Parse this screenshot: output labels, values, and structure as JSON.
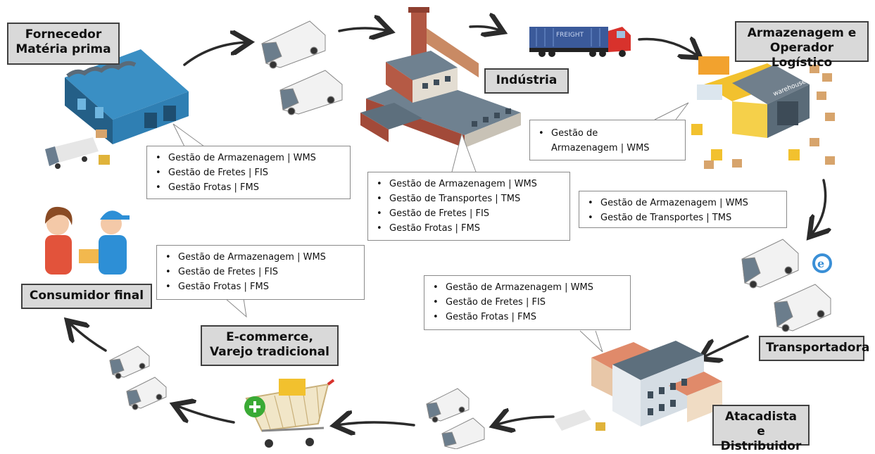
{
  "stages": {
    "supplier": "Fornecedor\nMatéria prima",
    "industry": "Indústria",
    "warehouse": "Armazenagem e\nOperador Logístico",
    "carrier": "Transportadora",
    "wholesaler": "Atacadista e\nDistribuidor",
    "retail": "E-commerce,\nVarejo tradicional",
    "consumer": "Consumidor final"
  },
  "truck_text": "FREIGHT",
  "warehouse_sign": "warehouse",
  "callouts": {
    "supplier": [
      "Gestão de Armazenagem | WMS",
      "Gestão de Fretes | FIS",
      "Gestão Frotas | FMS"
    ],
    "industry": [
      "Gestão de Armazenagem | WMS",
      "Gestão de Transportes | TMS",
      "Gestão de Fretes | FIS",
      "Gestão Frotas | FMS"
    ],
    "warehouse": [
      "Gestão de\nArmazenagem | WMS"
    ],
    "carrier": [
      "Gestão de Armazenagem | WMS",
      "Gestão de Transportes | TMS"
    ],
    "wholesaler": [
      "Gestão de Armazenagem | WMS",
      "Gestão de Fretes | FIS",
      "Gestão Frotas | FMS"
    ],
    "retail": [
      "Gestão de Armazenagem | WMS",
      "Gestão de Fretes | FIS",
      "Gestão Frotas | FMS"
    ]
  },
  "colors": {
    "label_bg": "#d9d9d9",
    "arrow": "#2b2b2b",
    "supplier_building": "#2f7fb3",
    "factory_brick": "#b55a45",
    "warehouse_yellow": "#f2c12e",
    "truck_container": "#3b5a9a",
    "truck_cab": "#d8322c",
    "cart_green": "#3aaa35"
  }
}
